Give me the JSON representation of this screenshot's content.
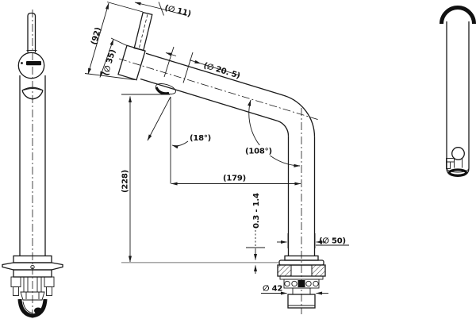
{
  "drawing": {
    "colors": {
      "background": "#ffffff",
      "line": "#1a1a1a",
      "deck_line": "#9a9a9a"
    },
    "labels": {
      "lever_diameter": "(∅ 11)",
      "spout_end_length": "(92)",
      "end_cap_diameter": "(∅ 35)",
      "spout_tube_diameter": "(∅ 20. 5)",
      "outlet_angle": "(18°)",
      "bend_angle": "(108°)",
      "horizontal_reach": "(179)",
      "mounting_height": "(228)",
      "deck_thickness_range": "0.3 - 1.4",
      "escutcheon_diameter": "(∅ 50)",
      "shank_diameter": "∅ 42"
    }
  }
}
